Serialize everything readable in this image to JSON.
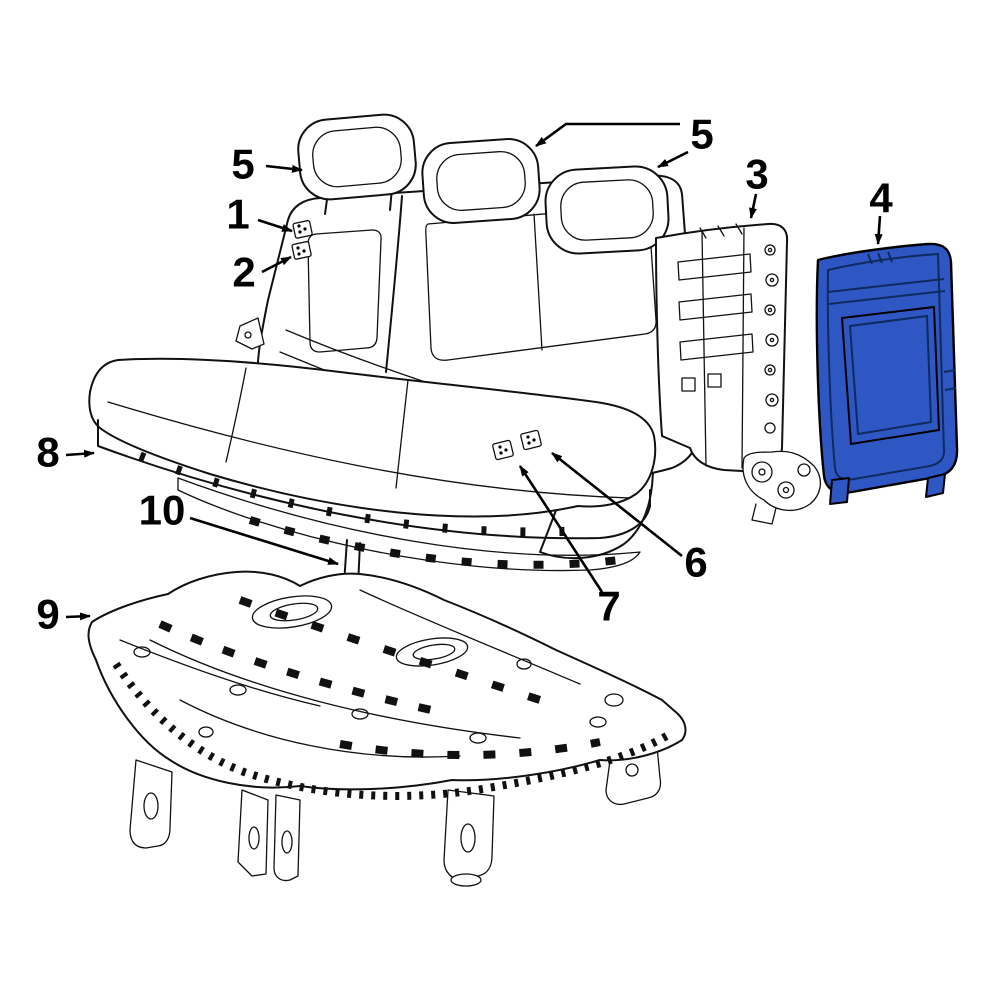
{
  "diagram": {
    "type": "exploded-parts-diagram",
    "subject": "rear-bench-seat-assembly",
    "colors": {
      "background": "#ffffff",
      "line": "#111111",
      "highlight": "#2e57c4",
      "highlight_dark": "#16367c"
    },
    "callouts": {
      "n1": {
        "label": "1"
      },
      "n2": {
        "label": "2"
      },
      "n3": {
        "label": "3"
      },
      "n4": {
        "label": "4"
      },
      "n5a": {
        "label": "5"
      },
      "n5b": {
        "label": "5"
      },
      "n6": {
        "label": "6"
      },
      "n7": {
        "label": "7"
      },
      "n8": {
        "label": "8"
      },
      "n9": {
        "label": "9"
      },
      "n10": {
        "label": "10"
      }
    }
  }
}
